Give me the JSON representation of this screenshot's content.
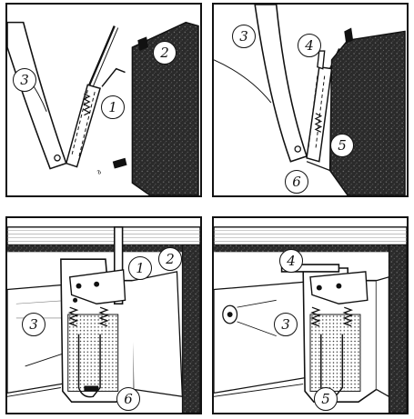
{
  "panels": [
    {
      "id": "p1",
      "callouts": [
        "1",
        "2",
        "3"
      ]
    },
    {
      "id": "p2",
      "callouts": [
        "3",
        "4",
        "5",
        "6"
      ]
    },
    {
      "id": "p3",
      "callouts": [
        "1",
        "2",
        "3",
        "6"
      ]
    },
    {
      "id": "p4",
      "callouts": [
        "3",
        "4",
        "5"
      ]
    }
  ],
  "colors": {
    "ink": "#111111",
    "dark_fill": "#2a2a2a",
    "paper": "#ffffff"
  }
}
